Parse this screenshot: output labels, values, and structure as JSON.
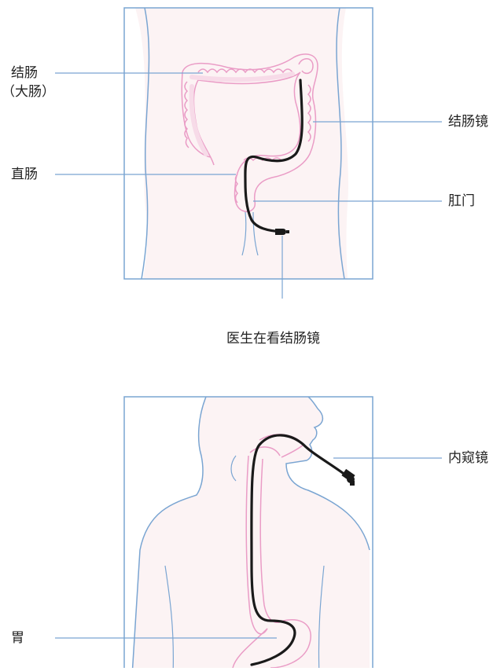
{
  "colors": {
    "frame": "#7aa5d2",
    "leader": "#7aa5d2",
    "body_fill": "#fcf3f4",
    "organ": "#ea9cc6",
    "scope": "#1a1a1a",
    "text": "#222222"
  },
  "colonoscopy": {
    "labels": {
      "colon": "结肠",
      "colon_alias": "（大肠）",
      "colonoscope": "结肠镜",
      "rectum": "直肠",
      "anus": "肛门",
      "caption": "医生在看结肠镜"
    }
  },
  "gastroscopy": {
    "labels": {
      "endoscope": "内窥镜",
      "stomach": "胃"
    }
  }
}
